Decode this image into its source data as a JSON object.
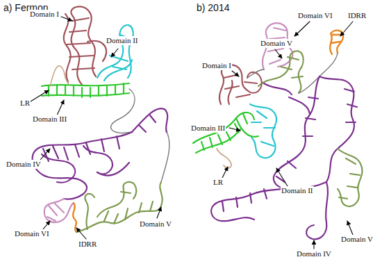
{
  "diagram": {
    "labels": [
      "a) Fermon",
      "Domain I",
      "Domain II",
      "LR",
      "Domain III",
      "Domain IV",
      "Domain VI",
      "IDRR",
      "Domain V",
      "b) 2014",
      "Domain VI",
      "IDRR",
      "Domain V",
      "Domain I",
      "Domain III",
      "LR",
      "Domain II",
      "Domain IV",
      "Domain V"
    ]
  }
}
